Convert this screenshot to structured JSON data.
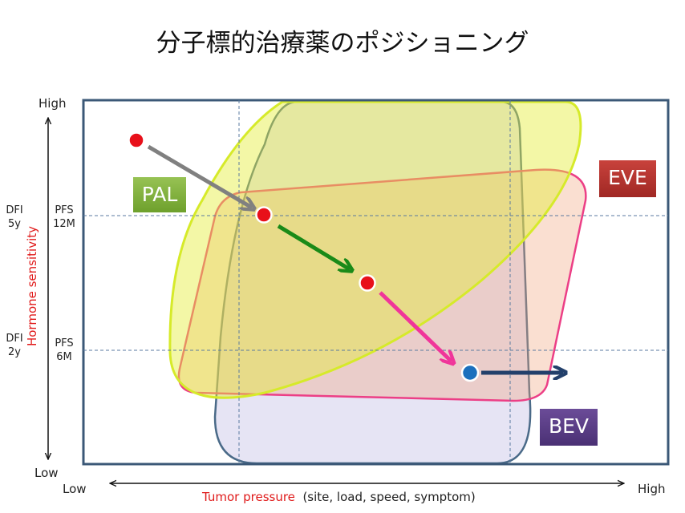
{
  "title": "分子標的治療薬のポジショニング",
  "y_axis": {
    "high": "High",
    "low": "Low",
    "label": "Hormone sensitivity",
    "markers": [
      {
        "dfi": "DFI\n5y",
        "pfs": "PFS\n12M"
      },
      {
        "dfi": "DFI\n2y",
        "pfs": "PFS\n6M"
      }
    ]
  },
  "x_axis": {
    "low": "Low",
    "high": "High",
    "label_main": "Tumor pressure",
    "label_detail": "(site, load, speed, symptom)"
  },
  "drugs": [
    {
      "label": "PAL",
      "color": "#7fb03a"
    },
    {
      "label": "EVE",
      "color": "#b8322e"
    },
    {
      "label": "BEV",
      "color": "#5a3d86"
    }
  ],
  "colors": {
    "frame": "#3b5877",
    "pal_region": "#e4ee3a",
    "eve_region": "#f2a37c",
    "bev_region": "#c8c3e6",
    "point_red": "#e8101a",
    "point_blue": "#1b6fbd",
    "arrow_gray": "#808080",
    "arrow_green": "#1a8a18",
    "arrow_pink": "#f0359a",
    "arrow_navy": "#23406b"
  }
}
